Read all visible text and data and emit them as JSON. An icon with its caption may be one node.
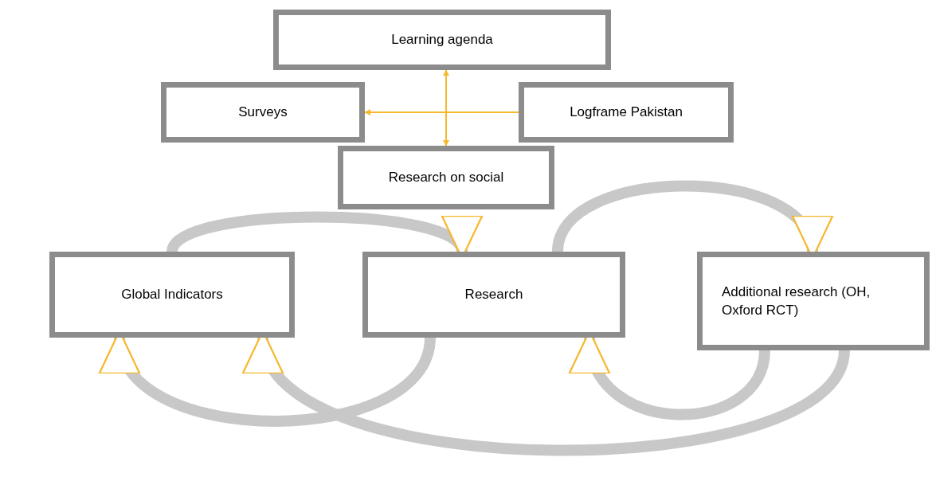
{
  "diagram": {
    "nodes": [
      {
        "text": [
          "Learning agenda"
        ]
      },
      {
        "text": [
          "Surveys"
        ]
      },
      {
        "text": [
          "Logframe Pakistan"
        ]
      },
      {
        "text": [
          "Research on social"
        ]
      },
      {
        "text": [
          "Global Indicators"
        ]
      },
      {
        "text": [
          "Research"
        ]
      },
      {
        "text": [
          "Additional research (OH, Oxford RCT)"
        ]
      }
    ],
    "edges": [
      {
        "from": 2,
        "to": 1,
        "arrow": "to",
        "color": "#f5b82e"
      },
      {
        "from": 0,
        "to": 3,
        "arrow": "both",
        "color": "#f5b82e"
      },
      {
        "from": 4,
        "to": 5,
        "arrow": "to"
      },
      {
        "from": 5,
        "to": 6,
        "arrow": "to"
      },
      {
        "from": 5,
        "to": 4,
        "arrow": "to"
      },
      {
        "from": 6,
        "to": 5,
        "arrow": "to"
      },
      {
        "from": 6,
        "to": 4,
        "arrow": "to"
      }
    ]
  }
}
